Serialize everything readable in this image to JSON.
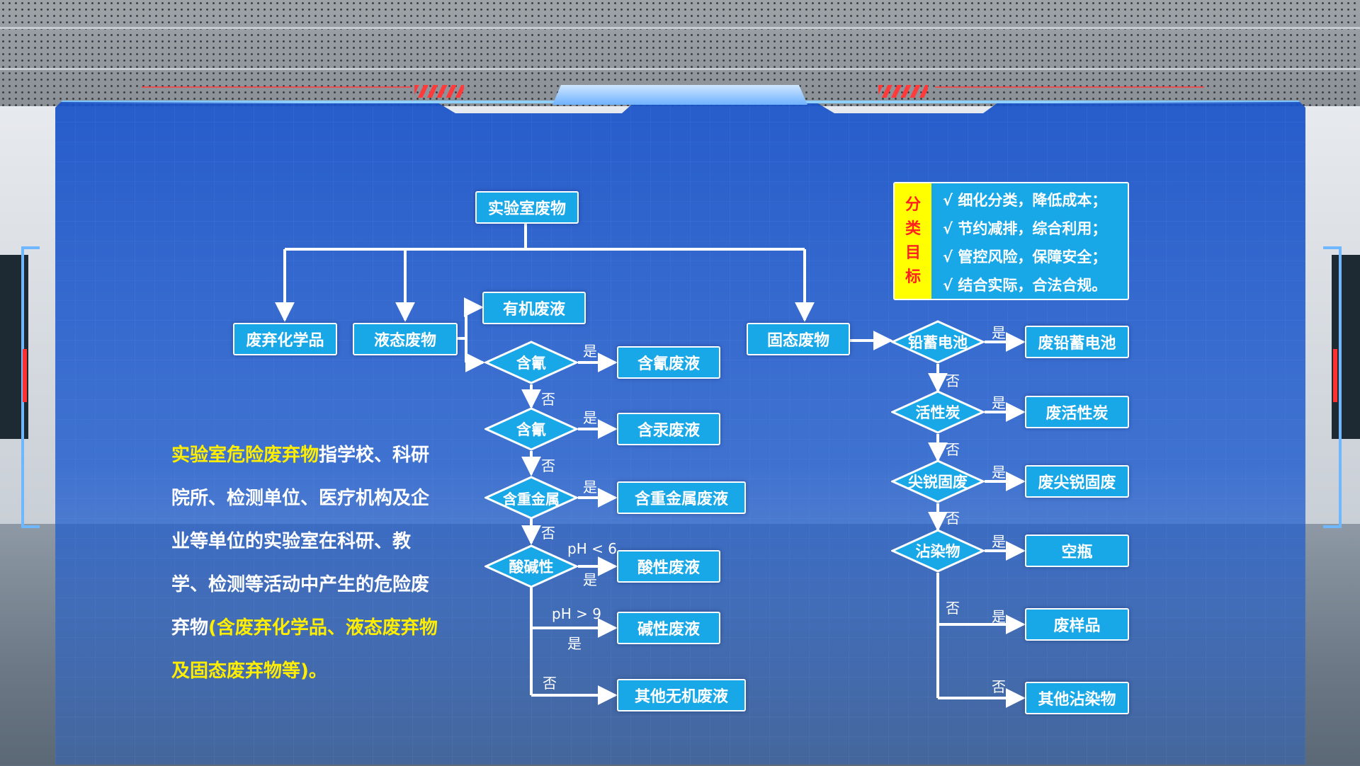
{
  "root": "实验室废物",
  "categories": {
    "discarded_chemicals": "废弃化学品",
    "liquid_waste": "液态废物",
    "solid_waste": "固态废物",
    "organic_waste_liquid": "有机废液"
  },
  "liquid_branch": {
    "cyanide_check": "含氰",
    "cyanide_result": "含氰废液",
    "mercury_check": "含氰",
    "mercury_result": "含汞废液",
    "heavy_metal_check": "含重金属",
    "heavy_metal_result": "含重金属废液",
    "acid_base_check": "酸碱性",
    "acid_result": "酸性废液",
    "base_result": "碱性废液",
    "other_result": "其他无机废液",
    "ph_low": "pH < 6",
    "ph_high": "pH > 9"
  },
  "solid_branch": {
    "battery_check": "铅蓄电池",
    "battery_result": "废铅蓄电池",
    "carbon_check": "活性炭",
    "carbon_result": "废活性炭",
    "sharps_check": "尖锐固废",
    "sharps_result": "废尖锐固废",
    "contaminated_check": "沾染物",
    "bottle_result": "空瓶",
    "sample_result": "废样品",
    "other_result": "其他沾染物"
  },
  "labels": {
    "yes": "是",
    "no": "否"
  },
  "goals": {
    "title": [
      "分",
      "类",
      "目",
      "标"
    ],
    "items": [
      "√ 细化分类，降低成本；",
      "√ 节约减排，综合利用；",
      "√ 管控风险，保障安全；",
      "√ 结合实际，合法合规。"
    ]
  },
  "description": {
    "term": "实验室危险废弃物",
    "body": "指学校、科研院所、检测单位、医疗机构及企业等单位的实验室在科研、教学、检测等活动中产生的危险废弃物",
    "paren": "(含废弃化学品、液态废弃物及固态废弃物等)。"
  },
  "colors": {
    "box_fill": "#18a8e8",
    "panel": "#1d5ccc",
    "highlight": "#ffee00",
    "goal_title_bg": "#ffff00",
    "goal_title_text": "#ff2020"
  }
}
